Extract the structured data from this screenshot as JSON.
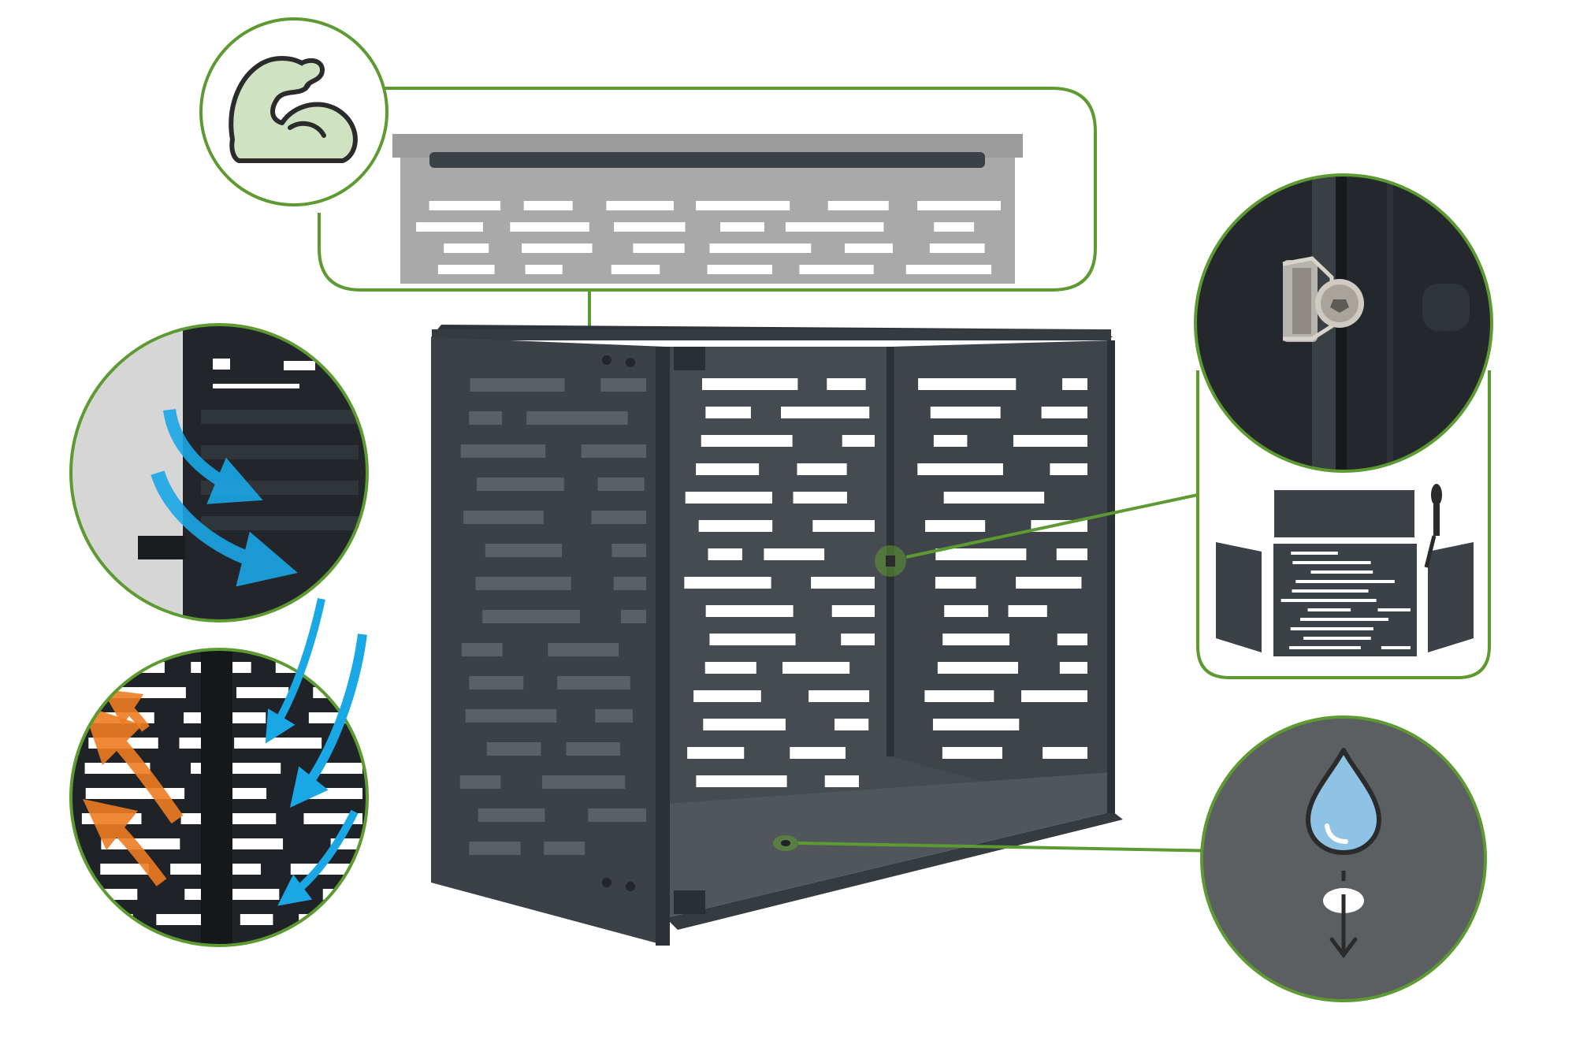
{
  "colors": {
    "accent_green": "#5e9a32",
    "icon_green_fill": "#cfe3c2",
    "cabinet_dark": "#3b4147",
    "cabinet_face": "#41474d",
    "lid_grey": "#a9a9a9",
    "cool_air_blue": "#1aa7e6",
    "warm_air_orange": "#ef7d22",
    "drop_blue": "#8fc3e6",
    "drain_circle_grey": "#5b5f62"
  },
  "callouts": [
    {
      "name": "strength-callout",
      "icon": "flexed-bicep-icon"
    },
    {
      "name": "airflow-intake-callout",
      "icon": "blue-airflow-arrows"
    },
    {
      "name": "airflow-exhaust-callout",
      "icon": "orange-airflow-arrows"
    },
    {
      "name": "fastener-callout",
      "icon": "cage-nut-screw-photo"
    },
    {
      "name": "panel-kit-callout",
      "icon": "flat-pack-panels"
    },
    {
      "name": "drain-callout",
      "icon": "water-drop-drain-icon"
    }
  ]
}
